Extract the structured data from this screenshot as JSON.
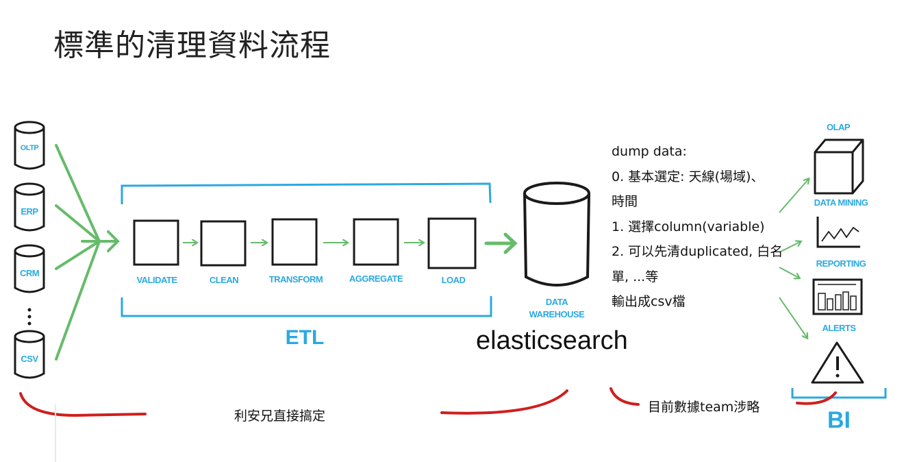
{
  "title": "標準的清理資料流程",
  "sources": [
    "OLTP",
    "ERP",
    "CRM",
    "CSV"
  ],
  "steps": [
    "VALIDATE",
    "CLEAN",
    "TRANSFORM",
    "AGGREGATE",
    "LOAD"
  ],
  "etl_label": "ETL",
  "warehouse": {
    "line1": "DATA",
    "line2": "WAREHOUSE"
  },
  "es_label": "elasticsearch",
  "notes": {
    "l1": "dump data:",
    "l2": "0. 基本選定: 天線(場域)、時間",
    "l3": "1. 選擇column(variable)",
    "l4": "2. 可以先清duplicated, 白名單, ...等",
    "l5": "輸出成csv檔"
  },
  "bi_items": [
    "OLAP",
    "DATA MINING",
    "REPORTING",
    "ALERTS"
  ],
  "bi_label": "BI",
  "annotations": {
    "left": "利安兄直接搞定",
    "right": "目前數據team涉略"
  },
  "colors": {
    "blue": "#2aa9e0",
    "green": "#66bb6a",
    "red": "#d01e1e",
    "ink": "#1a1a1a"
  }
}
